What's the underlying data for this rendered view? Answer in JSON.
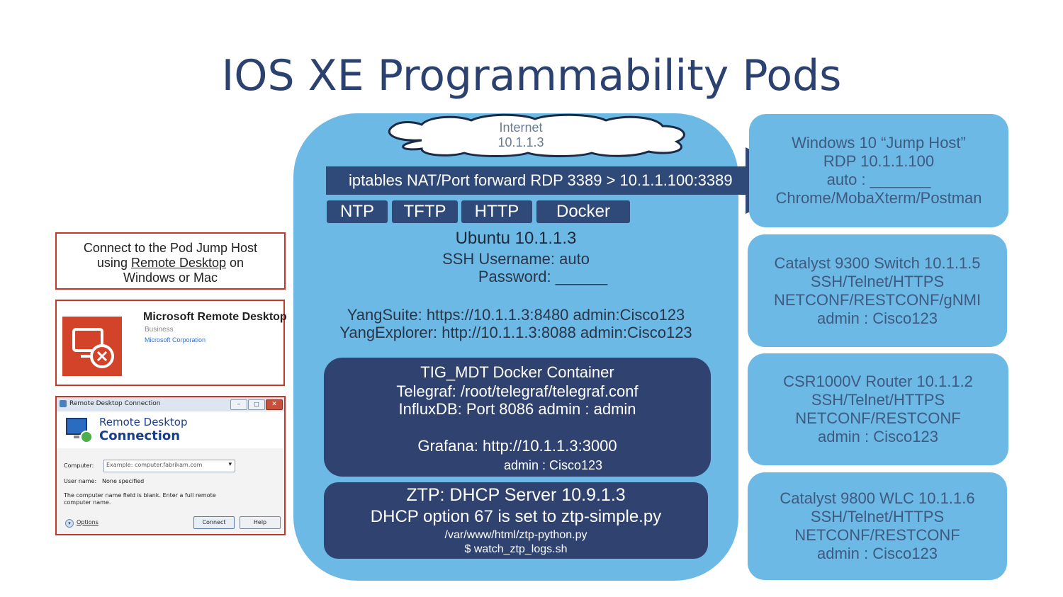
{
  "title": "IOS XE Programmability Pods",
  "cloud": {
    "label": "Internet",
    "ip": "10.1.1.3"
  },
  "nat": {
    "label": "iptables NAT/Port forward RDP 3389 > 10.1.1.100:3389"
  },
  "services": [
    "NTP",
    "TFTP",
    "HTTP",
    "Docker"
  ],
  "ubuntu": {
    "name": "Ubuntu 10.1.1.3",
    "ssh_user": "SSH Username: auto",
    "password": "Password: ______",
    "yangsuite": "YangSuite: https://10.1.1.3:8480 admin:Cisco123",
    "yangexplorer": "YangExplorer: http://10.1.1.3:8088 admin:Cisco123"
  },
  "tig": {
    "title": "TIG_MDT Docker Container",
    "telegraf": "Telegraf: /root/telegraf/telegraf.conf",
    "influx": "InfluxDB: Port 8086 admin : admin",
    "grafana": "Grafana: http://10.1.1.3:3000",
    "grafana_creds": "admin : Cisco123"
  },
  "ztp": {
    "title": "ZTP: DHCP Server 10.9.1.3",
    "option": "DHCP option 67 is set to ztp-simple.py",
    "path": "/var/www/html/ztp-python.py",
    "cmd": "$ watch_ztp_logs.sh"
  },
  "devices": [
    {
      "lines": [
        "Windows 10 “Jump Host”",
        "RDP 10.1.1.100",
        "auto : _______",
        "Chrome/MobaXterm/Postman"
      ]
    },
    {
      "lines": [
        "Catalyst 9300 Switch 10.1.1.5",
        "SSH/Telnet/HTTPS",
        "NETCONF/RESTCONF/gNMI",
        "admin : Cisco123"
      ]
    },
    {
      "lines": [
        "CSR1000V Router 10.1.1.2",
        "SSH/Telnet/HTTPS",
        "NETCONF/RESTCONF",
        "admin : Cisco123"
      ]
    },
    {
      "lines": [
        "Catalyst 9800 WLC 10.1.1.6",
        "SSH/Telnet/HTTPS",
        "NETCONF/RESTCONF",
        "admin : Cisco123"
      ]
    }
  ],
  "connect": {
    "line1": "Connect to the Pod Jump Host",
    "using": "using",
    "link": "Remote Desktop",
    "on": "on",
    "line3": "Windows or Mac"
  },
  "msrd": {
    "name": "Microsoft Remote Desktop",
    "category": "Business",
    "publisher": "Microsoft Corporation"
  },
  "rdc": {
    "window_title": "Remote Desktop Connection",
    "brand_line1": "Remote Desktop",
    "brand_line2": "Connection",
    "computer_label": "Computer:",
    "computer_placeholder": "Example: computer.fabrikam.com",
    "user_label": "User name:",
    "user_value": "None specified",
    "message": "The computer name field is blank. Enter a full remote computer name.",
    "options": "Options",
    "connect_btn": "Connect",
    "help_btn": "Help"
  },
  "colors": {
    "blue": "#6cb9e6",
    "navy": "#2f4270",
    "title": "#2b4170",
    "red_border": "#c0392b"
  }
}
